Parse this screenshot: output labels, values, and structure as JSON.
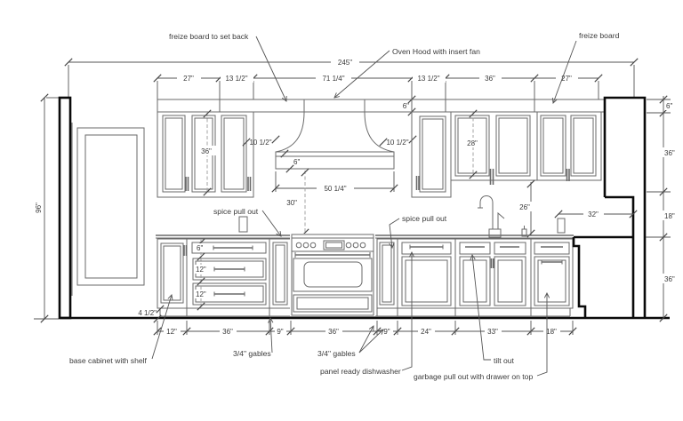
{
  "colors": {
    "background": "#ffffff",
    "line": "#6a6a6a",
    "heavy": "#0a0a0a",
    "dim_line": "#555555",
    "text": "#3a3a3a"
  },
  "annotations": {
    "freize_setback": "freize board to set back",
    "oven_hood": "Oven Hood with insert fan",
    "freize_board": "freize board",
    "spice_left": "spice pull out",
    "spice_right": "spice pull out",
    "base_shelf": "base cabinet with shelf",
    "gables1": "3/4\" gables",
    "gables2": "3/4\" gables",
    "panel_dw": "panel ready dishwasher",
    "garbage": "garbage pull out with drawer on top",
    "tilt_out": "tilt out"
  },
  "dims": {
    "total": "245\"",
    "height": "96\"",
    "top": [
      "27\"",
      "13 1/2\"",
      "71 1/4\"",
      "13 1/2\"",
      "36\"",
      "27\""
    ],
    "bottom": [
      "12\"",
      "36\"",
      "9\"",
      "36\"",
      "9\"",
      "24\"",
      "33\"",
      "18\""
    ],
    "right": [
      "6\"",
      "36\"",
      "18\"",
      "36\""
    ],
    "frieze": "6\"",
    "hood": {
      "left": "10 1/2\"",
      "right": "10 1/2\"",
      "canopy": "6\"",
      "width": "50 1/4\"",
      "clearance": "30\""
    },
    "left_door": "36\"",
    "right_door": "28\"",
    "splash": "26\"",
    "return_depth": "32\"",
    "toe": "4 1/2\"",
    "drawers": [
      "6\"",
      "12\"",
      "12\""
    ]
  }
}
